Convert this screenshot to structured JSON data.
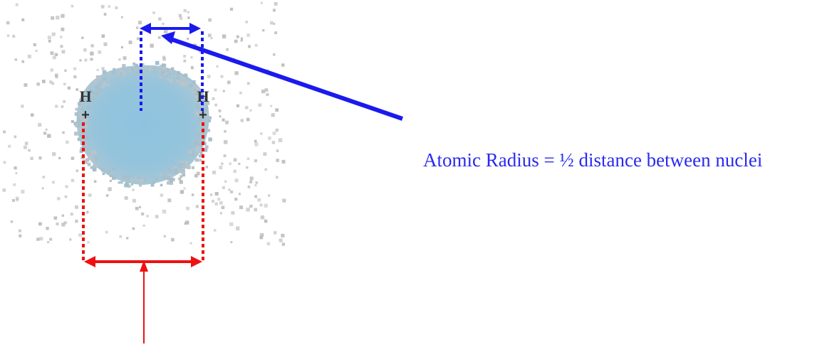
{
  "diagram": {
    "left_atom": {
      "symbol": "H",
      "charge": "+"
    },
    "right_atom": {
      "symbol": "H",
      "charge": "+"
    },
    "caption": "Atomic Radius = ½ distance between nuclei",
    "colors": {
      "cloud_core": "#8ec3df",
      "cloud_dots": "#bdbdbd",
      "radius_marker": "#1a1aee",
      "bond_marker": "#ee1111",
      "caption_text": "#2a2af0"
    }
  }
}
